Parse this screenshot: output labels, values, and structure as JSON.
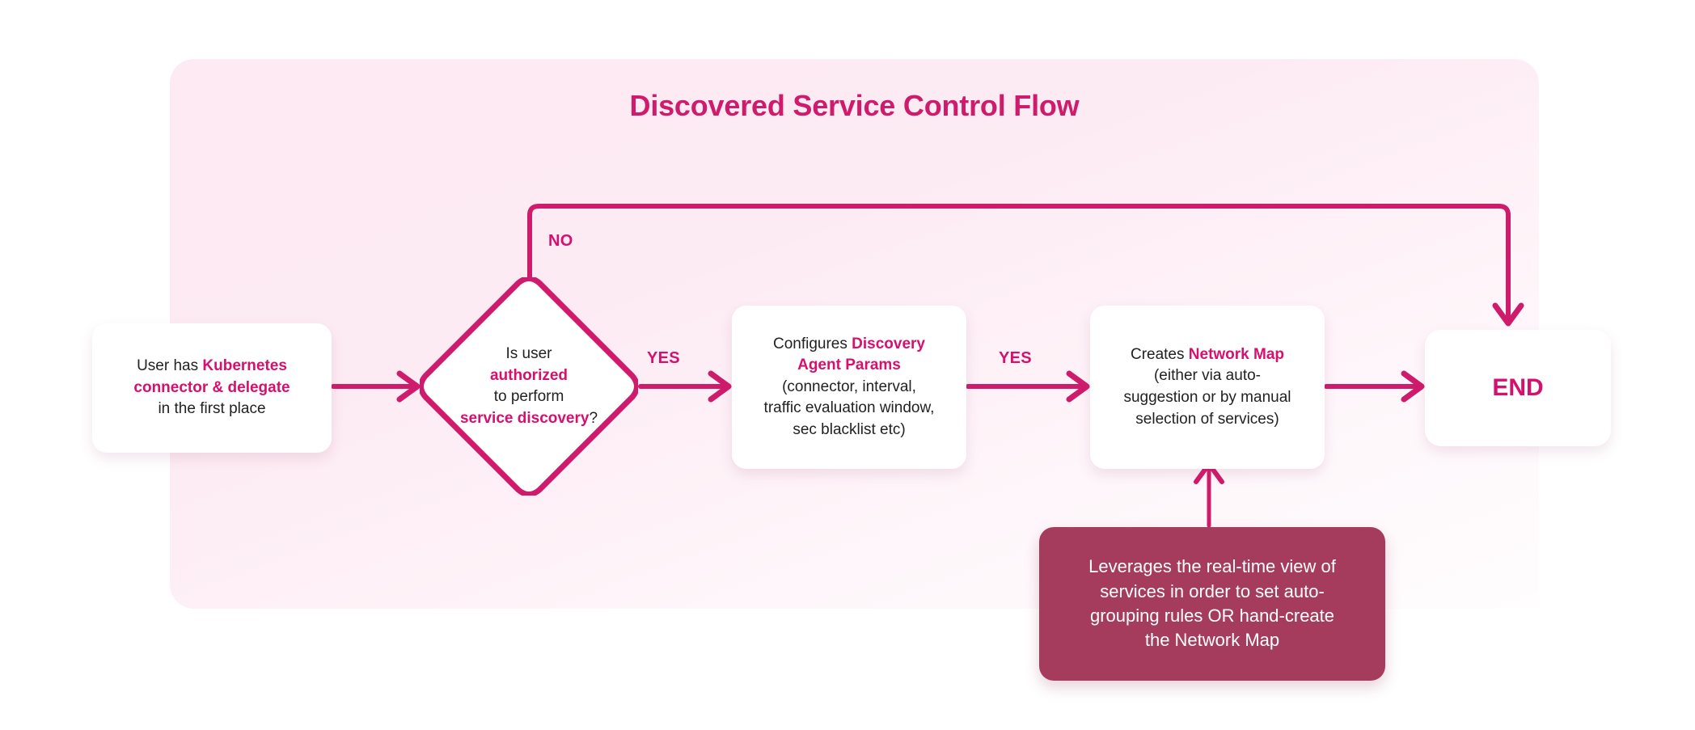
{
  "page": {
    "background": "#ffffff",
    "panel_fill_top": "#fdeaf3",
    "panel_fill_bottom": "#fffdfe",
    "accent": "#d6106e",
    "line_color": "#cf1b6b",
    "note_fill": "#a53c5e",
    "text_color": "#222222"
  },
  "header": {
    "title": "Discovered Service Control Flow"
  },
  "nodes": {
    "start": {
      "id": "start",
      "shape": "rounded-rect",
      "lines": [
        {
          "segments": [
            {
              "text": "User has ",
              "emphasis": false
            },
            {
              "text": "Kubernetes",
              "emphasis": true
            }
          ]
        },
        {
          "segments": [
            {
              "text": "connector & delegate",
              "emphasis": true
            }
          ]
        },
        {
          "segments": [
            {
              "text": "in the first place",
              "emphasis": false
            }
          ]
        }
      ]
    },
    "decision": {
      "id": "decision",
      "shape": "diamond",
      "lines": [
        {
          "segments": [
            {
              "text": "Is user",
              "emphasis": false
            }
          ]
        },
        {
          "segments": [
            {
              "text": "authorized",
              "emphasis": true
            }
          ]
        },
        {
          "segments": [
            {
              "text": "to perform",
              "emphasis": false
            }
          ]
        },
        {
          "segments": [
            {
              "text": "service discovery",
              "emphasis": true
            },
            {
              "text": "?",
              "emphasis": false
            }
          ]
        }
      ]
    },
    "config": {
      "id": "config",
      "shape": "rounded-rect",
      "lines": [
        {
          "segments": [
            {
              "text": "Configures ",
              "emphasis": false
            },
            {
              "text": "Discovery",
              "emphasis": true
            }
          ]
        },
        {
          "segments": [
            {
              "text": "Agent Params",
              "emphasis": true
            }
          ]
        },
        {
          "segments": [
            {
              "text": "(connector, interval,",
              "emphasis": false
            }
          ]
        },
        {
          "segments": [
            {
              "text": "traffic evaluation window,",
              "emphasis": false
            }
          ]
        },
        {
          "segments": [
            {
              "text": "sec blacklist etc)",
              "emphasis": false
            }
          ]
        }
      ]
    },
    "netmap": {
      "id": "netmap",
      "shape": "rounded-rect",
      "lines": [
        {
          "segments": [
            {
              "text": "Creates ",
              "emphasis": false
            },
            {
              "text": "Network Map",
              "emphasis": true
            }
          ]
        },
        {
          "segments": [
            {
              "text": "(either via auto-",
              "emphasis": false
            }
          ]
        },
        {
          "segments": [
            {
              "text": "suggestion or by manual",
              "emphasis": false
            }
          ]
        },
        {
          "segments": [
            {
              "text": "selection of services)",
              "emphasis": false
            }
          ]
        }
      ]
    },
    "end": {
      "id": "end",
      "shape": "rounded-rect",
      "label": "END"
    },
    "note": {
      "id": "note",
      "shape": "rounded-rect-filled",
      "lines": [
        {
          "segments": [
            {
              "text": "Leverages the real-time view of",
              "emphasis": false
            }
          ]
        },
        {
          "segments": [
            {
              "text": "services in order to set auto-",
              "emphasis": false
            }
          ]
        },
        {
          "segments": [
            {
              "text": "grouping rules OR hand-create",
              "emphasis": false
            }
          ]
        },
        {
          "segments": [
            {
              "text": "the Network Map",
              "emphasis": false
            }
          ]
        }
      ]
    }
  },
  "edges": [
    {
      "id": "start-to-decision",
      "from": "start",
      "to": "decision",
      "label": ""
    },
    {
      "id": "decision-no-to-end",
      "from": "decision",
      "to": "end",
      "label": "NO"
    },
    {
      "id": "decision-yes-to-config",
      "from": "decision",
      "to": "config",
      "label": "YES"
    },
    {
      "id": "config-yes-to-netmap",
      "from": "config",
      "to": "netmap",
      "label": "YES"
    },
    {
      "id": "netmap-to-end",
      "from": "netmap",
      "to": "end",
      "label": ""
    },
    {
      "id": "note-to-netmap",
      "from": "note",
      "to": "netmap",
      "label": ""
    }
  ],
  "edge_labels": {
    "no": "NO",
    "yes_1": "YES",
    "yes_2": "YES"
  }
}
